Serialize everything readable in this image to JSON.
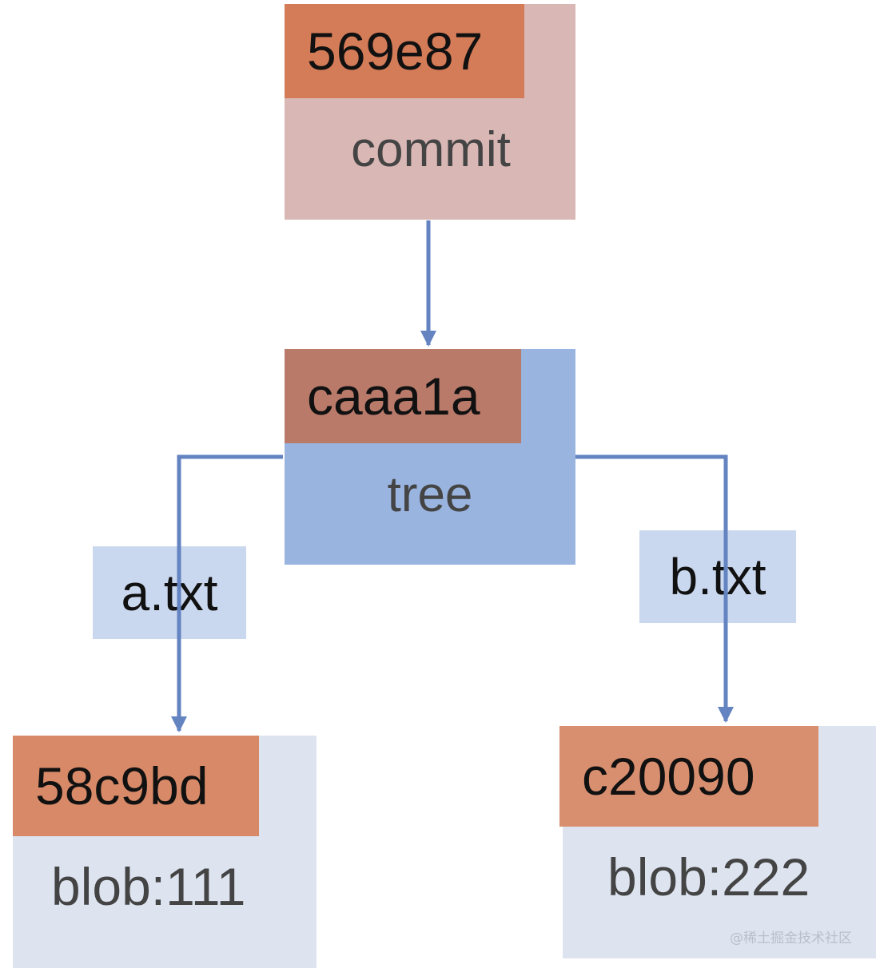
{
  "nodes": {
    "commit": {
      "hash": "569e87",
      "kind": "commit"
    },
    "tree": {
      "hash": "caaa1a",
      "kind": "tree"
    },
    "blob_a": {
      "hash": "58c9bd",
      "kind": "blob:111"
    },
    "blob_b": {
      "hash": "c20090",
      "kind": "blob:222"
    }
  },
  "edge_labels": {
    "a": "a.txt",
    "b": "b.txt"
  },
  "watermark": "@稀土掘金技术社区",
  "colors": {
    "edge": "#6383c1"
  }
}
